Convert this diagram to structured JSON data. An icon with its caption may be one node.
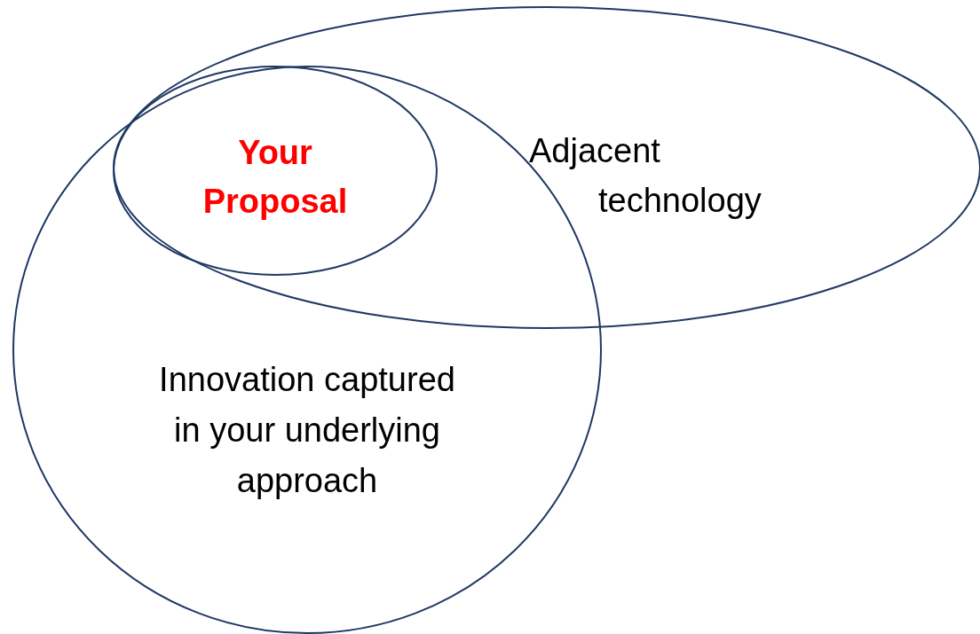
{
  "diagram": {
    "nodes": [
      {
        "text": [
          "Your Proposal"
        ]
      },
      {
        "text": [
          "Adjacent technology"
        ]
      },
      {
        "text": [
          "Innovation captured in your underlying approach"
        ]
      }
    ]
  }
}
